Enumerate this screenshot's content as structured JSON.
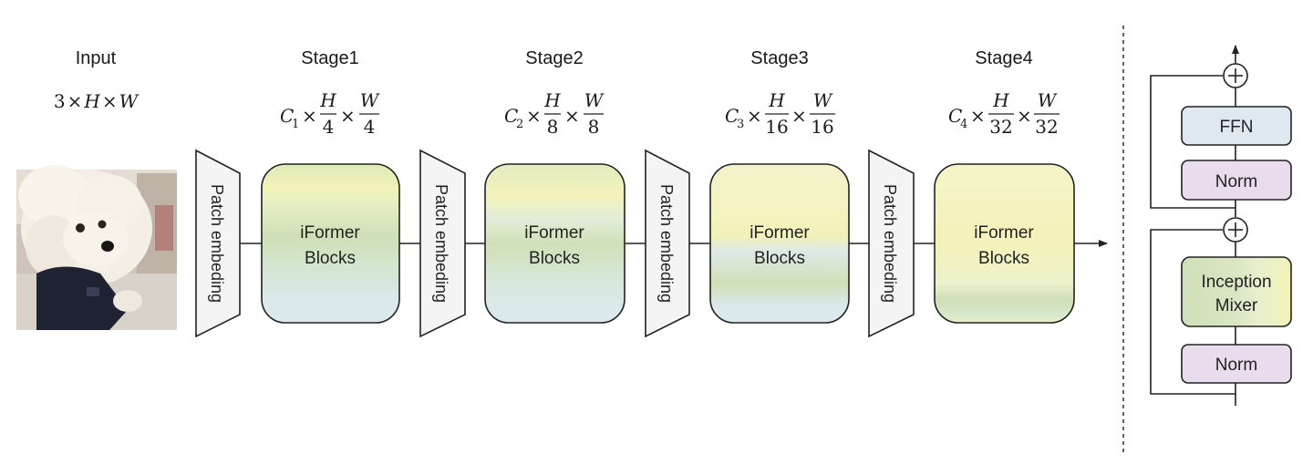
{
  "input": {
    "title": "Input",
    "shape": {
      "c": "3",
      "h": "H",
      "w": "W",
      "times": "×"
    }
  },
  "stages": [
    {
      "title": "Stage1",
      "channel": "C",
      "channel_sub": "1",
      "divisor": "4",
      "block_line1": "iFormer",
      "block_line2": "Blocks"
    },
    {
      "title": "Stage2",
      "channel": "C",
      "channel_sub": "2",
      "divisor": "8",
      "block_line1": "iFormer",
      "block_line2": "Blocks"
    },
    {
      "title": "Stage3",
      "channel": "C",
      "channel_sub": "3",
      "divisor": "16",
      "block_line1": "iFormer",
      "block_line2": "Blocks"
    },
    {
      "title": "Stage4",
      "channel": "C",
      "channel_sub": "4",
      "divisor": "32",
      "block_line1": "iFormer",
      "block_line2": "Blocks"
    }
  ],
  "patch_embedding_label": "Patch embeding",
  "frac": {
    "h": "H",
    "w": "W",
    "times": "×"
  },
  "block_detail": {
    "ffn": "FFN",
    "norm_top": "Norm",
    "mixer_line1": "Inception",
    "mixer_line2": "Mixer",
    "norm_bottom": "Norm",
    "add_symbol": "+"
  },
  "colors": {
    "stroke": "#222222",
    "patch_fill": "#f4f4f4",
    "ffn_fill": "#dfe8f1",
    "norm_fill": "#e8dced",
    "yellow": "#f3f2b8",
    "green": "#cfe0b6",
    "blue": "#dbe8ec"
  },
  "icons": {
    "dog_photo": "dog-photo",
    "add": "circled-plus-icon"
  }
}
